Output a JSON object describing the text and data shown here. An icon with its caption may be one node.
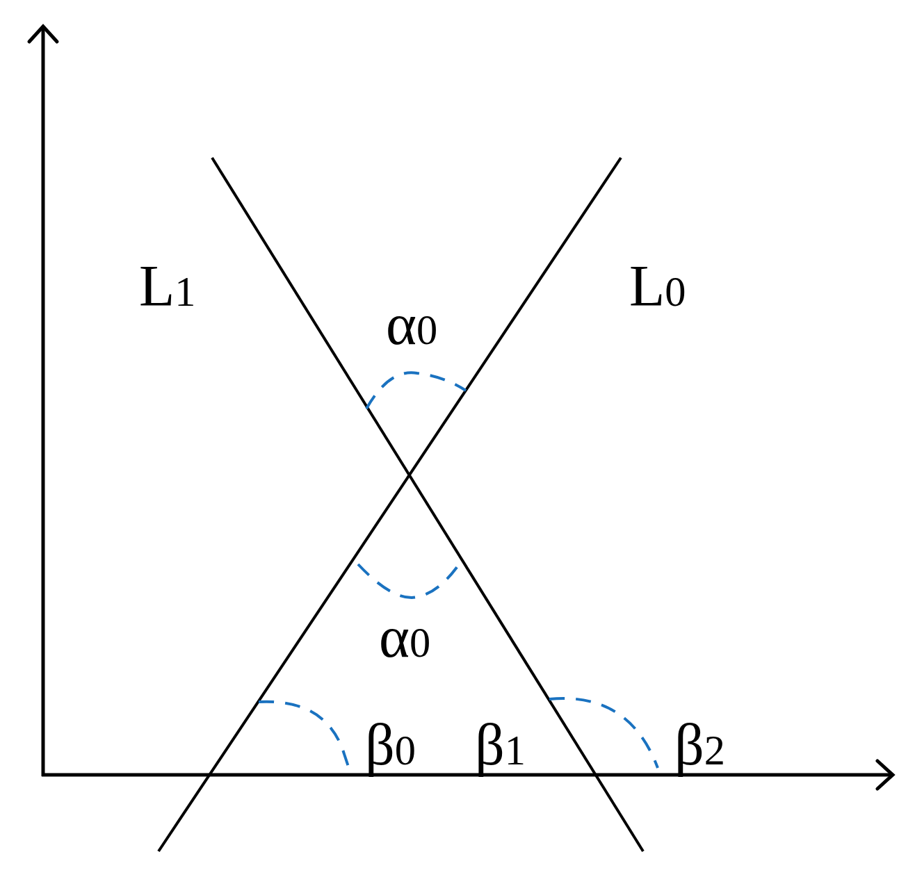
{
  "diagram": {
    "labels": [
      "L$_{1}$",
      "L$_{0}$",
      "α$_{0}$",
      "α$_{0}$",
      "β$_{0}$",
      "β$_{1}$",
      "β$_{2}$"
    ]
  }
}
